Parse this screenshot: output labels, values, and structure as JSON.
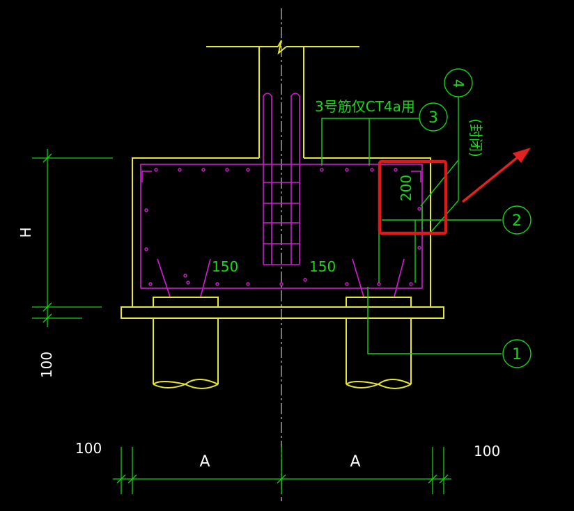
{
  "colors": {
    "background": "#000000",
    "concrete_outline": "#E6E62A",
    "rebar": "#D21ED2",
    "dimension": "#14D214",
    "label_text": "#18D818",
    "white_text": "#FFFFFF",
    "centerline": "#C8C8C8",
    "highlight_box": "#E01818",
    "arrow": "#E02222"
  },
  "labels": {
    "note_rebar3": "3号筋仅CT4a用",
    "tag_3": "3",
    "tag_2": "2",
    "tag_1": "1",
    "tag_4": "4",
    "note_vertical": "(封闭)",
    "dim_150_left": "150",
    "dim_150_right": "150",
    "dim_200": "200"
  },
  "dimensions": {
    "height_label": "H",
    "left_bottom_100": "100",
    "bottom_left_100": "100",
    "bottom_right_100": "100",
    "bottom_A_left": "A",
    "bottom_A_right": "A"
  },
  "icons": {
    "break_symbol": "break-line-icon",
    "pointer_arrow": "arrow-icon"
  }
}
